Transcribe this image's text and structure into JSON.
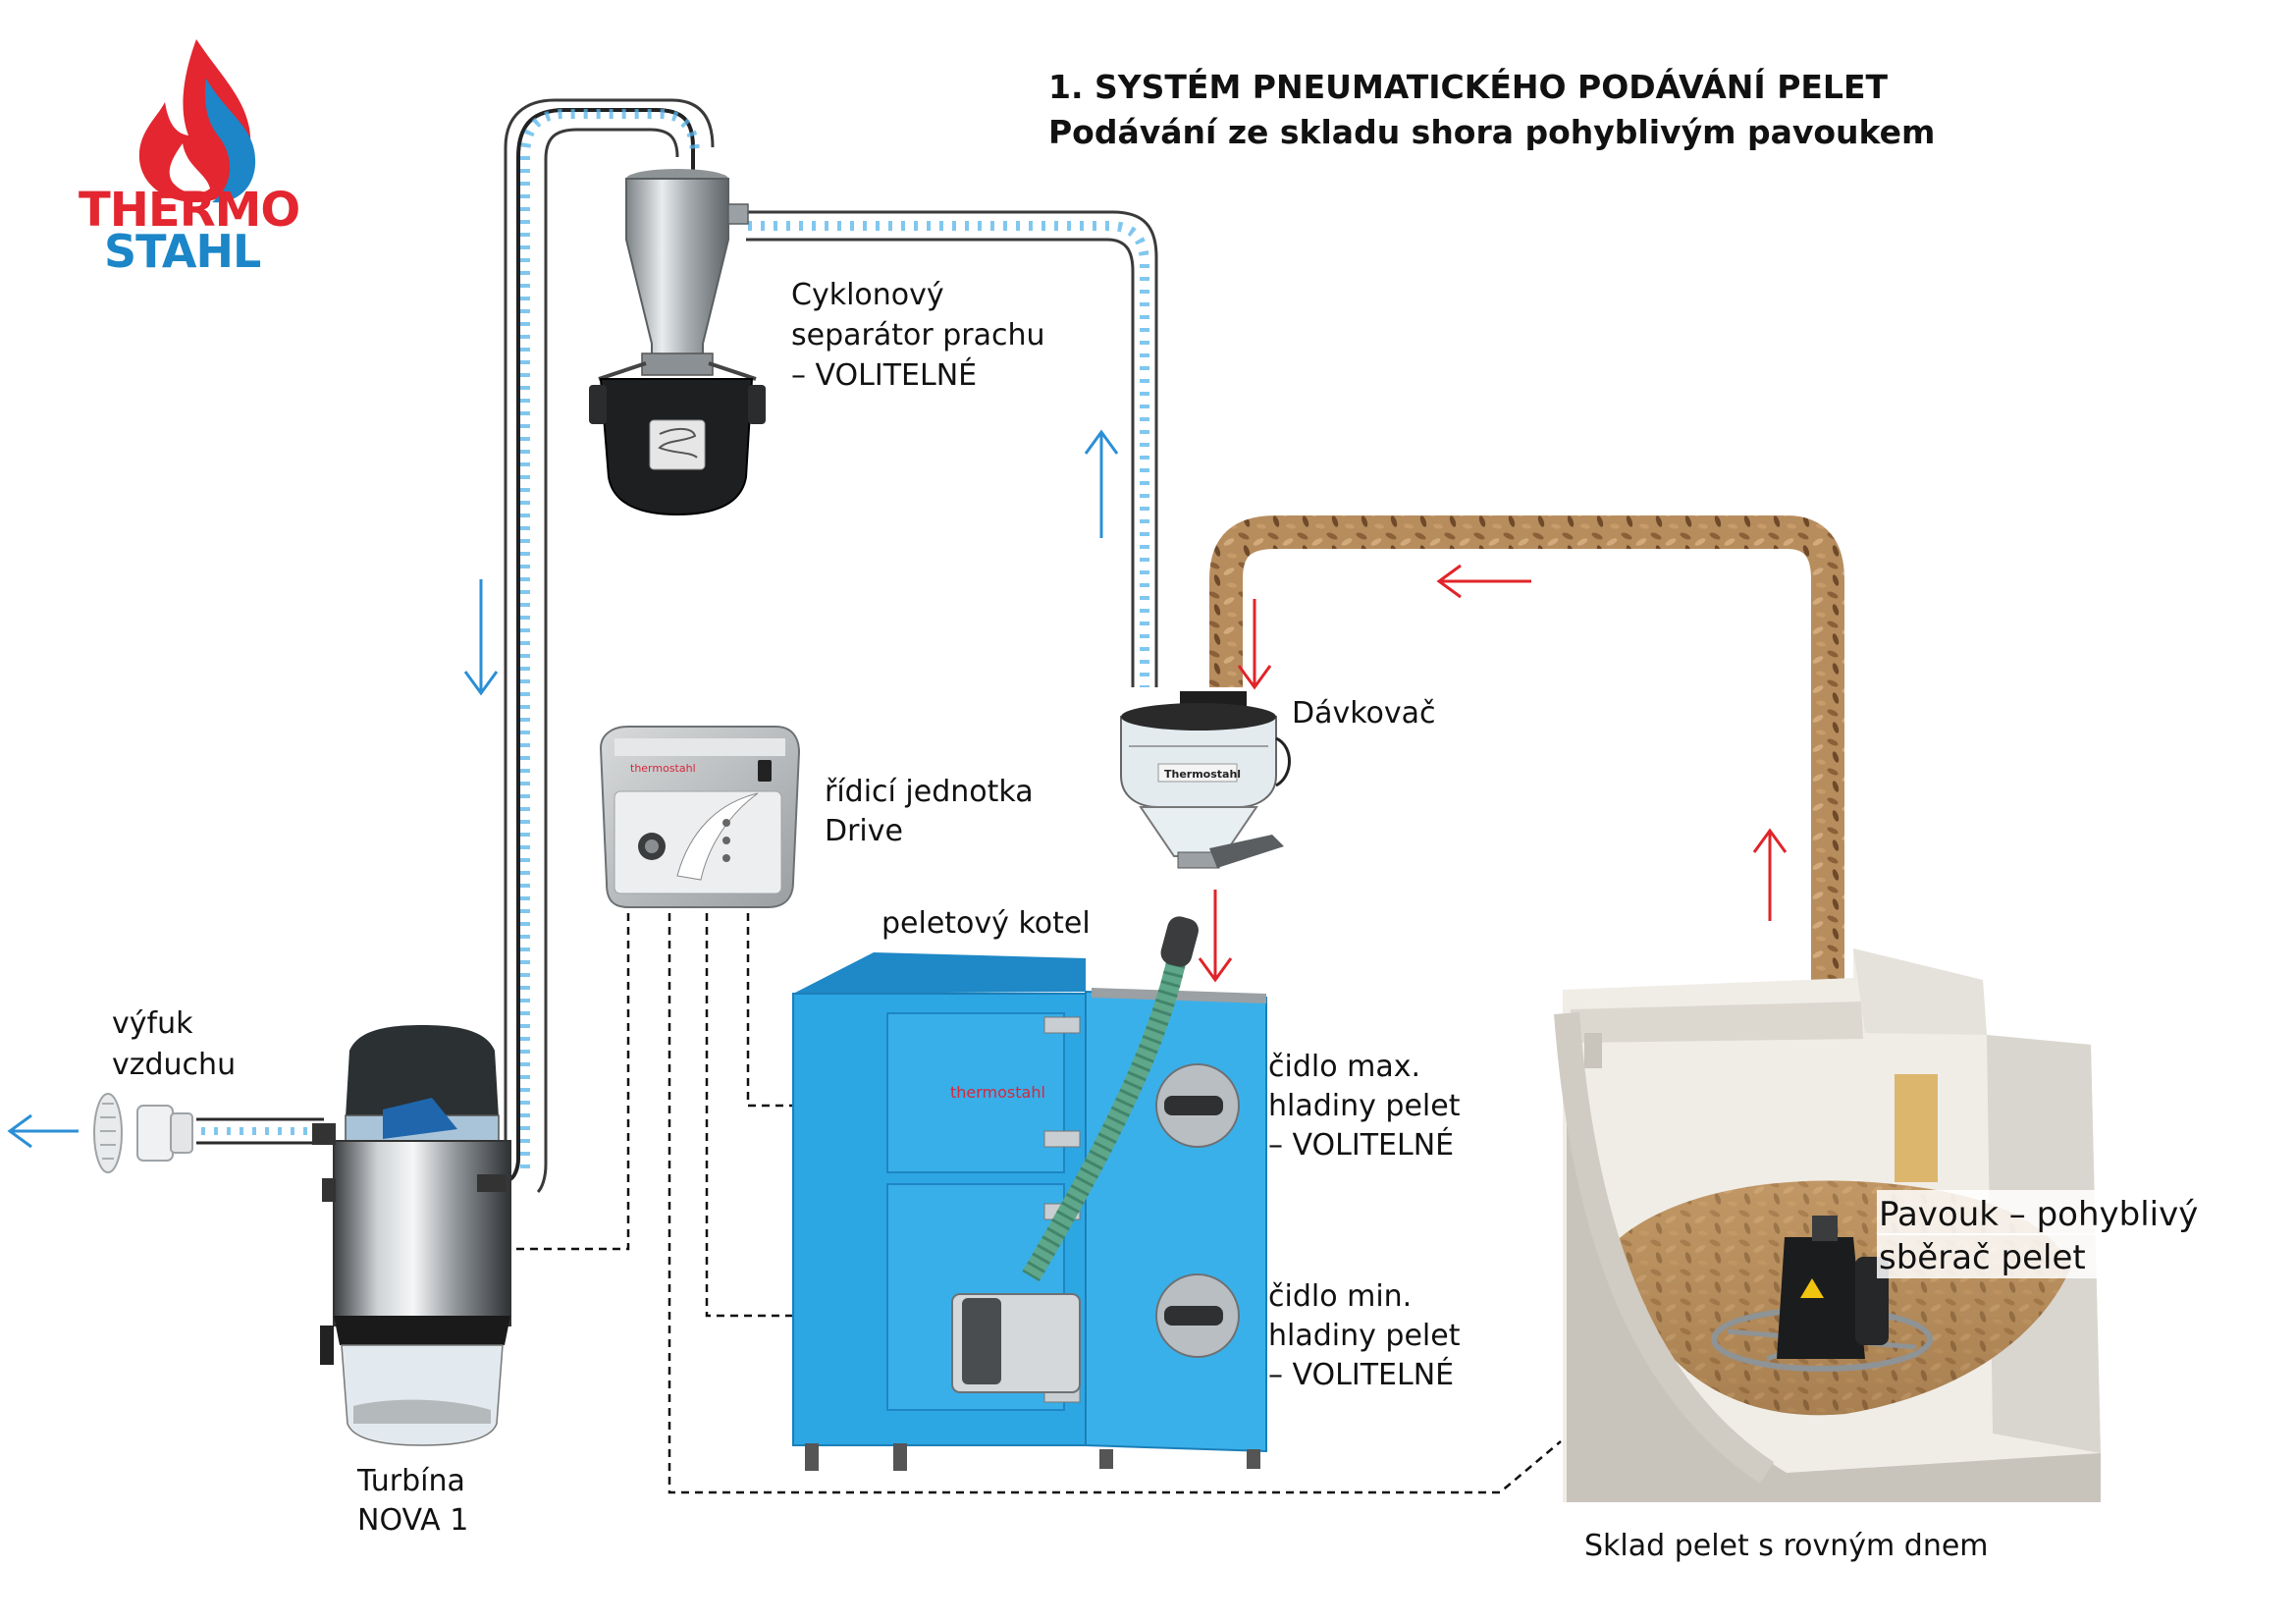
{
  "title": {
    "line1": "1. SYSTÉM PNEUMATICKÉHO PODÁVÁNÍ PELET",
    "line2": "Podávání ze skladu shora pohyblivým pavoukem"
  },
  "logo": {
    "line1": "THERMO",
    "line2": "STAHL"
  },
  "labels": {
    "cyclone": [
      "Cyklonový",
      "separátor prachu",
      "– VOLITELNÉ"
    ],
    "doser": "Dávkovač",
    "control": [
      "řídicí jednotka",
      "Drive"
    ],
    "boiler": "peletový kotel",
    "exhaust": [
      "výfuk",
      "vzduchu"
    ],
    "sensor_max": [
      "čidlo max.",
      "hladiny pelet",
      "– VOLITELNÉ"
    ],
    "sensor_min": [
      "čidlo min.",
      "hladiny pelet",
      "– VOLITELNÉ"
    ],
    "spider": [
      "Pavouk – pohyblivý",
      "sběrač pelet"
    ],
    "turbine": [
      "Turbína",
      "NOVA 1"
    ],
    "storage": "Sklad pelet s rovným dnem"
  },
  "device_text": {
    "boiler_brand": "thermostahl",
    "doser_brand": "Thermostahl",
    "control_brand": "thermostahl"
  },
  "colors": {
    "logo_red": "#e3262f",
    "logo_blue": "#1c86c8",
    "boiler_blue": "#2da6e4",
    "air_arrow": "#2b8fd6",
    "pellet_arrow": "#e0242a",
    "pellet_brown": "#a57a4c"
  },
  "icons": {
    "logo": "flame-drop-icon",
    "air_flow": "arrow-icon",
    "pellet_flow": "arrow-icon"
  }
}
